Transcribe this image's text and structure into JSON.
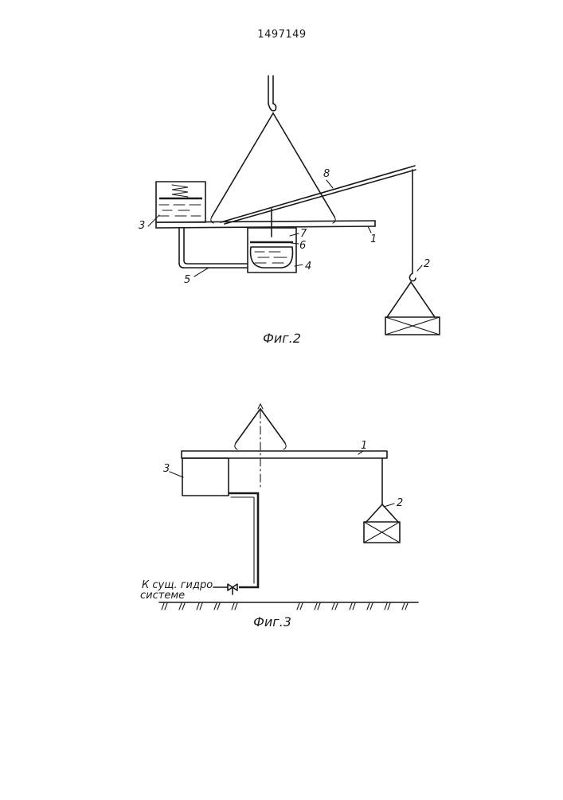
{
  "patent_number": "1497149",
  "figure2": {
    "caption": "Фиг.2",
    "labels": {
      "beam": "1",
      "load": "2",
      "tank_left": "3",
      "tank_bottom": "4",
      "pipe": "5",
      "piston": "6",
      "rod": "7",
      "brace": "8"
    }
  },
  "figure3": {
    "caption": "Фиг.3",
    "labels": {
      "beam": "1",
      "load": "2",
      "tank": "3"
    },
    "connection_label_line1": "К сущ. гидро",
    "connection_label_line2": "системе"
  }
}
